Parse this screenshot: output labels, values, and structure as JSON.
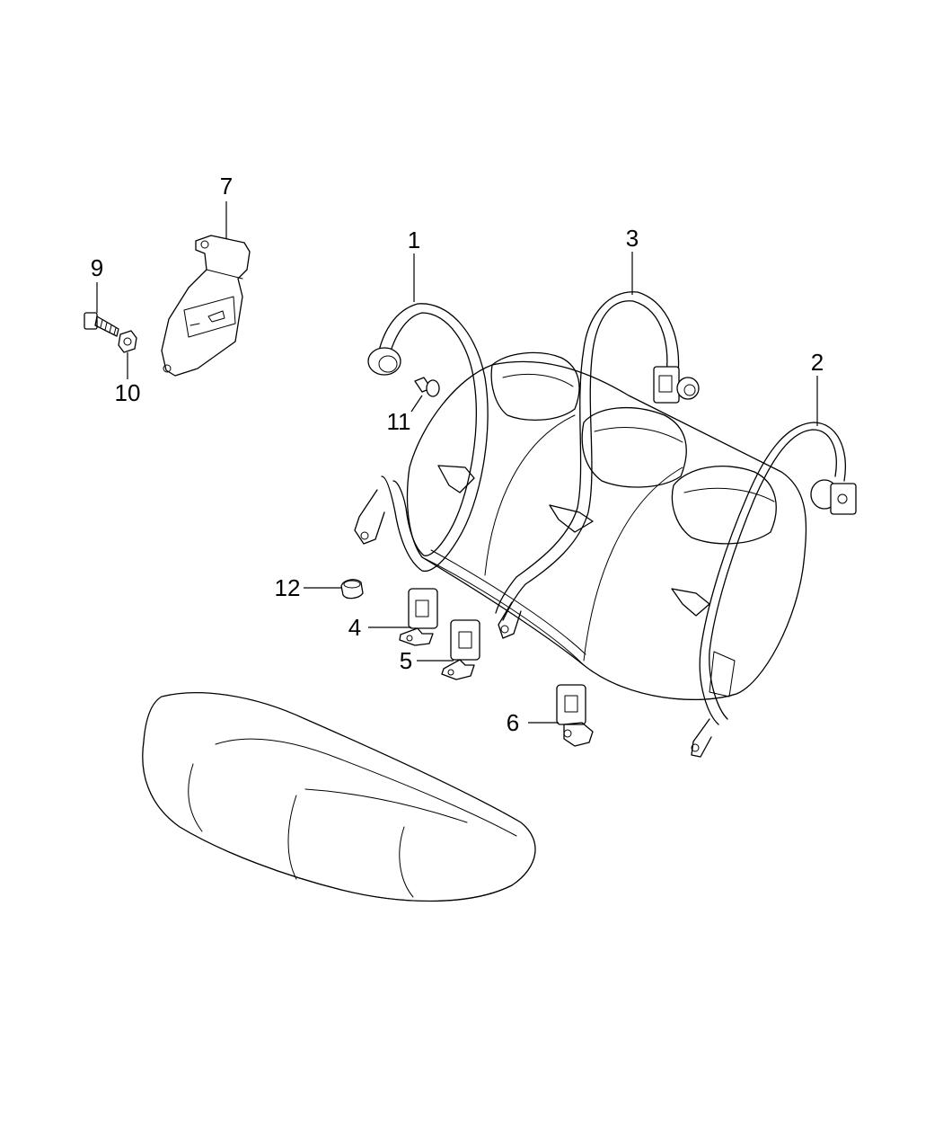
{
  "colors": {
    "line": "#000000",
    "background": "#ffffff"
  },
  "callouts": [
    {
      "id": "c1",
      "label": "1"
    },
    {
      "id": "c2",
      "label": "2"
    },
    {
      "id": "c3",
      "label": "3"
    },
    {
      "id": "c4",
      "label": "4"
    },
    {
      "id": "c5",
      "label": "5"
    },
    {
      "id": "c6",
      "label": "6"
    },
    {
      "id": "c7",
      "label": "7"
    },
    {
      "id": "c9",
      "label": "9"
    },
    {
      "id": "c10",
      "label": "10"
    },
    {
      "id": "c11",
      "label": "11"
    },
    {
      "id": "c12",
      "label": "12"
    }
  ]
}
